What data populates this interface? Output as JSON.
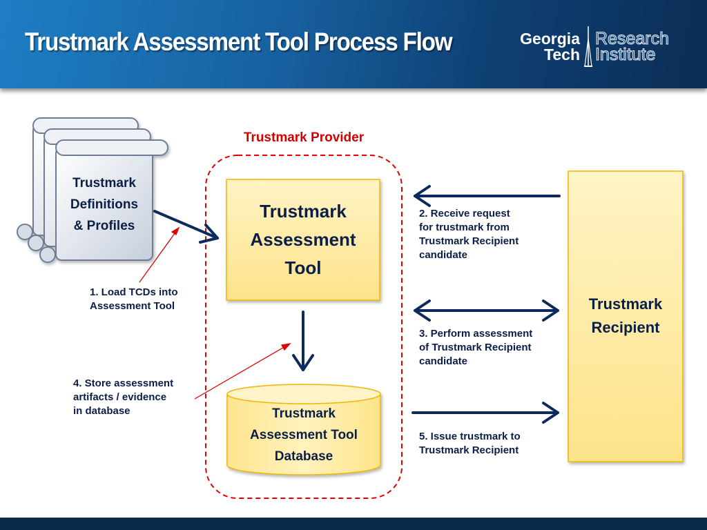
{
  "slide": {
    "title": "Trustmark Assessment Tool Process Flow"
  },
  "logo": {
    "gt_line1": "Georgia",
    "gt_line2": "Tech",
    "ri_line1": "Research",
    "ri_line2": "Institute"
  },
  "diagram": {
    "provider_label": "Trustmark Provider",
    "scroll_label": "Trustmark\nDefinitions\n& Profiles",
    "tool_label": "Trustmark\nAssessment\nTool",
    "database_label": "Trustmark\nAssessment Tool\nDatabase",
    "recipient_label": "Trustmark\nRecipient",
    "step1": "1. Load TCDs into\nAssessment Tool",
    "step2": "2. Receive request\nfor trustmark from\nTrustmark Recipient\ncandidate",
    "step3": "3. Perform assessment\nof Trustmark Recipient\ncandidate",
    "step4": "4. Store assessment\nartifacts / evidence\nin database",
    "step5": "5. Issue trustmark to\nTrustmark Recipient"
  },
  "colors": {
    "box_fill_top": "#fff3c4",
    "box_fill_bottom": "#fde48a",
    "box_border": "#f0b400",
    "arrow": "#0d2a5c",
    "annotation_arrow": "#e00000",
    "provider_border": "#e00000"
  }
}
